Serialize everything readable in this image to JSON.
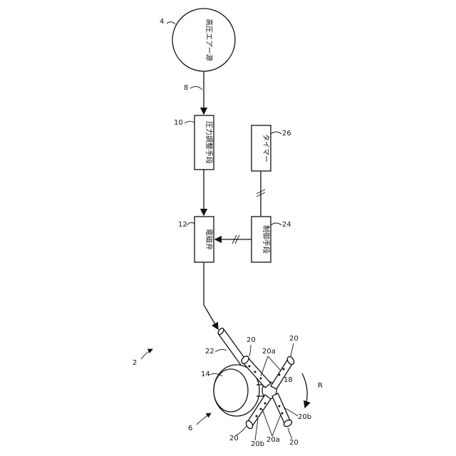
{
  "labels": {
    "high_pressure_air": "高圧エアー源",
    "pressure_regulator": "圧力調整手段",
    "solenoid_valve": "電磁弁",
    "control_means": "制御手段",
    "timer": "タイマー"
  },
  "refs": {
    "r2": "2",
    "r4": "4",
    "r6": "6",
    "r8": "8",
    "r10": "10",
    "r12": "12",
    "r14": "14",
    "r18": "18",
    "r20_a": "20",
    "r20_b": "20",
    "r20_c": "20",
    "r20_d": "20",
    "r20a_top": "20a",
    "r20a_bottom": "20a",
    "r20b_right": "20b",
    "r20b_bottom": "20b",
    "r22": "22",
    "r24": "24",
    "r26": "26",
    "rotation": "R"
  }
}
